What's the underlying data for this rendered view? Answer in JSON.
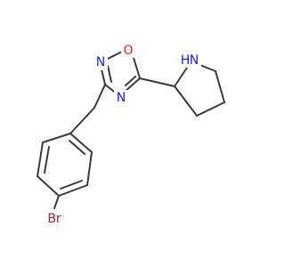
{
  "molecule": {
    "atoms": {
      "o1": {
        "label": "O",
        "color": "#ff1a1a"
      },
      "n2": {
        "label": "N",
        "color": "#1a1aff"
      },
      "n4": {
        "label": "N",
        "color": "#1a1aff"
      },
      "nh": {
        "label": "N",
        "color": "#1a1aff"
      },
      "h_nh": {
        "label": "H",
        "color": "#1a1aff"
      },
      "br": {
        "label": "Br",
        "color": "#a52a2a"
      }
    },
    "bond_color": "#3a3a3a"
  }
}
